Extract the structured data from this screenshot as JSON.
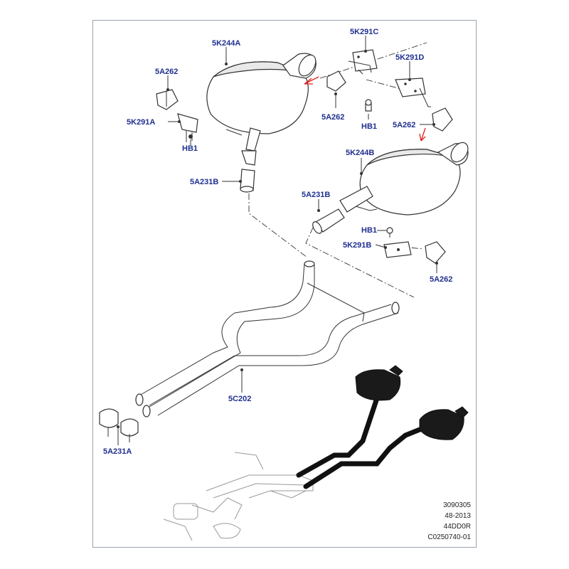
{
  "callouts": {
    "k244a": "5K244A",
    "a262_left": "5A262",
    "k291a": "5K291A",
    "hb1_left": "HB1",
    "a231b_left": "5A231B",
    "k291c": "5K291C",
    "k291d": "5K291D",
    "a262_mid": "5A262",
    "hb1_mid": "HB1",
    "a262_right": "5A262",
    "k244b": "5K244B",
    "a231b_right": "5A231B",
    "hb1_right": "HB1",
    "k291b": "5K291B",
    "a262_lower": "5A262",
    "c202": "5C202",
    "a231a": "5A231A"
  },
  "footer": {
    "line1": "3090305",
    "line2": "48-2013",
    "line3": "44DD0R",
    "line4": "C0250740-01"
  },
  "colors": {
    "label": "#1f2f8f",
    "arrow": "#e02020",
    "line": "#333333"
  }
}
